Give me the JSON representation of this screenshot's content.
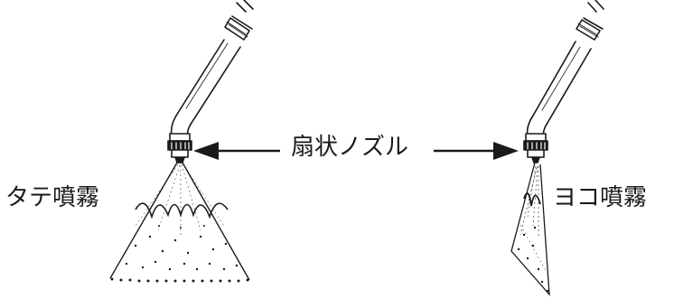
{
  "labels": {
    "nozzle": "扇状ノズル",
    "vertical_spray": "タテ噴霧",
    "horizontal_spray": "ヨコ噴霧"
  },
  "colors": {
    "ink": "#1a1a1a",
    "background": "#ffffff"
  }
}
